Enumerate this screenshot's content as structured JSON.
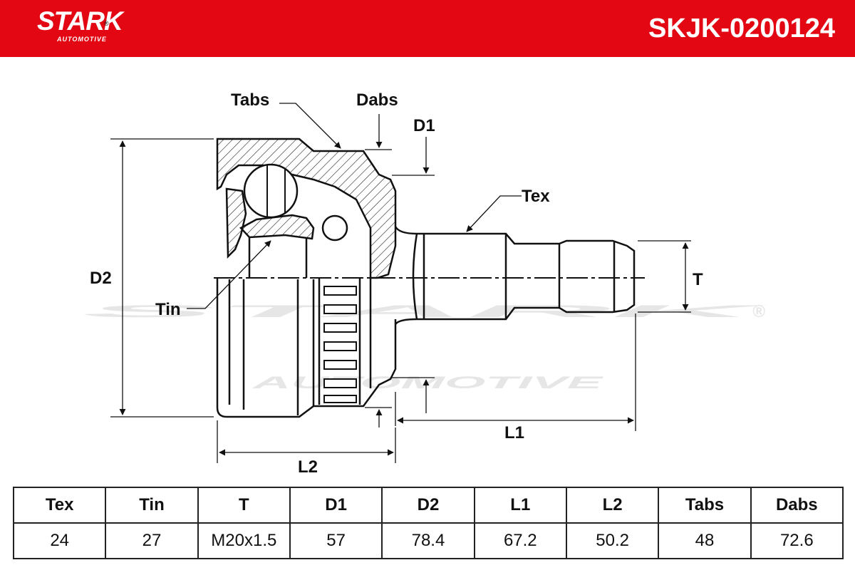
{
  "header": {
    "brand": "STARK",
    "brand_sub": "AUTOMOTIVE",
    "brand_reg": "®",
    "part_number": "SKJK-0200124",
    "color": "#e30613"
  },
  "watermark": {
    "main": "STARK",
    "sub": "AUTOMOTIVE",
    "reg": "®"
  },
  "diagram_labels": {
    "tabs": "Tabs",
    "dabs": "Dabs",
    "d1": "D1",
    "d2": "D2",
    "tex": "Tex",
    "tin": "Tin",
    "t": "T",
    "l1": "L1",
    "l2": "L2"
  },
  "spec_table": {
    "headers": [
      "Tex",
      "Tin",
      "T",
      "D1",
      "D2",
      "L1",
      "L2",
      "Tabs",
      "Dabs"
    ],
    "values": [
      "24",
      "27",
      "M20x1.5",
      "57",
      "78.4",
      "67.2",
      "50.2",
      "48",
      "72.6"
    ]
  }
}
